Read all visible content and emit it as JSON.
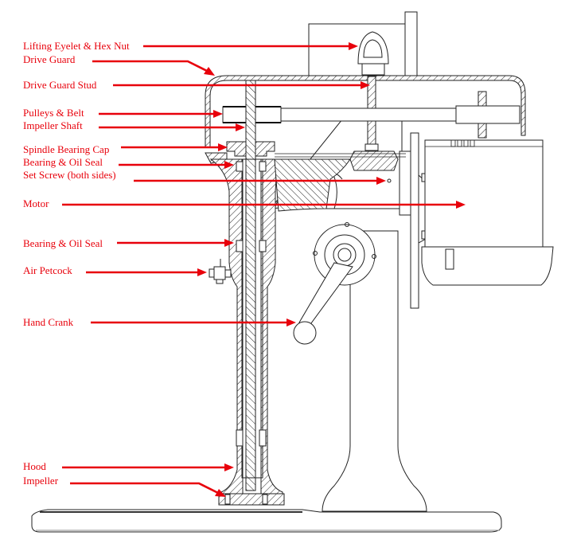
{
  "diagram": {
    "title": "Pump cutaway with labeled components",
    "label_color": "#e8000b",
    "labels": [
      {
        "id": "lifting-eyelet",
        "text": "Lifting Eyelet & Hex Nut"
      },
      {
        "id": "drive-guard",
        "text": "Drive Guard"
      },
      {
        "id": "drive-guard-stud",
        "text": "Drive Guard Stud"
      },
      {
        "id": "pulleys-belt",
        "text": "Pulleys & Belt"
      },
      {
        "id": "impeller-shaft",
        "text": "Impeller Shaft"
      },
      {
        "id": "spindle-bearing-cap",
        "text": "Spindle Bearing Cap"
      },
      {
        "id": "bearing-oil-seal-upper",
        "text": "Bearing & Oil Seal"
      },
      {
        "id": "set-screw",
        "text": "Set Screw (both sides)"
      },
      {
        "id": "motor",
        "text": "Motor"
      },
      {
        "id": "bearing-oil-seal-lower",
        "text": "Bearing & Oil Seal"
      },
      {
        "id": "air-petcock",
        "text": "Air Petcock"
      },
      {
        "id": "hand-crank",
        "text": "Hand Crank"
      },
      {
        "id": "hood",
        "text": "Hood"
      },
      {
        "id": "impeller",
        "text": "Impeller"
      }
    ]
  }
}
